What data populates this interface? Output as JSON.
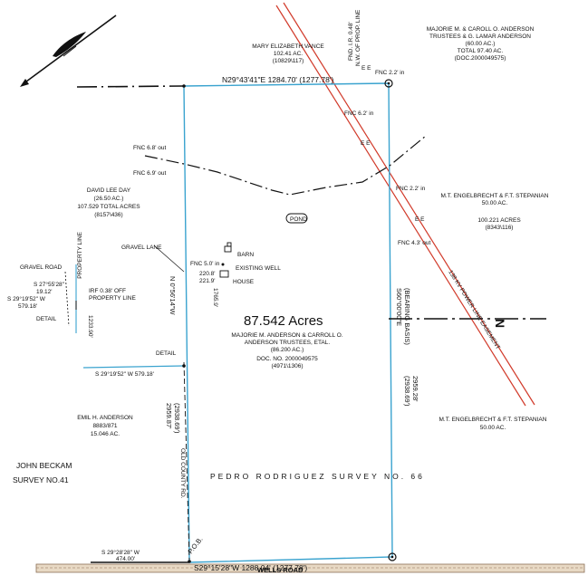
{
  "tract": {
    "acreage": "87.542 Acres",
    "owner_lines": [
      "MAJORIE M. ANDERSON & CARROLL O.",
      "ANDERSON TRUSTEES, ETAL.",
      "(86.200 AC.)",
      "DOC. NO. 2000049575",
      "(4971\\1306)"
    ]
  },
  "boundaries": {
    "north_call": "N29°43'41\"E   1284.70' (1277.78')",
    "south_call": "S29°15'28\"W      1288.04' (1277.78')",
    "west_call": "N 0°56'14\"W",
    "west_dist": "2959.87'\n(2938.69')",
    "east_call": "S60°00'00\"E",
    "east_basis": "(BEARING BASIS)",
    "east_dist": "(2938.69')\n2959.28'"
  },
  "adjoiners": {
    "north": [
      "MARY ELIZABETH VANCE",
      "102.41 AC.",
      "(10829\\117)"
    ],
    "northeast": [
      "MAJORIE M. & CAROLL O. ANDERSON",
      "TRUSTEES & G. LAMAR ANDERSON",
      "(60.00 AC.)",
      "TOTAL 97.40 AC.",
      "(DOC.2000049575)"
    ],
    "east_upper": [
      "M.T. ENGELBRECHT & F.T. STEPANIAN",
      "50.00 AC."
    ],
    "east_upper_total": [
      "100.221 ACRES",
      "(8343\\116)"
    ],
    "east_lower": [
      "M.T. ENGELBRECHT & F.T. STEPANIAN",
      "50.00 AC."
    ],
    "west_upper": [
      "DAVID LEE DAY",
      "(26.50 AC.)",
      "107.529 TOTAL ACRES",
      "(8157\\436)"
    ],
    "west_lower": [
      "EMIL H. ANDERSON",
      "8883/871",
      "15.046 AC."
    ],
    "survey_left": [
      "JOHN BECKAM",
      "SURVEY   NO.41"
    ]
  },
  "labels": {
    "fnd_ir": "FND. I.R. 0.48'",
    "nw_prop": "N.W. OF PROP. LINE",
    "fnc_ne": "FNC 2.2' in",
    "fnc_62": "FNC 6.2' in",
    "fnc_68": "FNC 6.8' out",
    "fnc_69": "FNC 6.9' out",
    "fnc_22b": "FNC 2.2' in",
    "fnc_43": "FNC 4.3' out",
    "fnc_50": "FNC 5.0' in",
    "pond": "POND",
    "barn": "BARN",
    "well": "EXISTING WELL",
    "house": "HOUSE",
    "elev1": "220.8'",
    "elev2": "221.9'",
    "elev3": "1765.9'",
    "gravel_lane": "GRAVEL LANE",
    "gravel_road": "GRAVEL ROAD",
    "property_line": "PROPERTY LINE",
    "call_2755": "S 27°55'28\"",
    "dist_1912": "19.12'",
    "call_2919a": "S 29°19'52\" W",
    "dist_57918a": "579.18'",
    "irf": "IRF 0.38' OFF",
    "irf2": "PROPERTY LINE",
    "detail_lbl": "DETAIL",
    "dist_1233": "1233.90'",
    "detail2": "DETAIL",
    "call_2919b": "S 29°19'52\" W 579.18'",
    "old_county_rd": "OLD COUNTY RD.",
    "pob": "P.O.B.",
    "call_2928": "S 29°28'28\" W",
    "dist_474": "474.00'",
    "wells_road": "WELLS ROAD",
    "pedro": "PEDRO  RODRIGUEZ  SURVEY NO. 66",
    "power_line": "138 KV POWER LINE EASEMENT",
    "north_letter": "N"
  },
  "colors": {
    "boundary": "#3aa3cf",
    "power": "#d13a2a",
    "ink": "#111111"
  }
}
